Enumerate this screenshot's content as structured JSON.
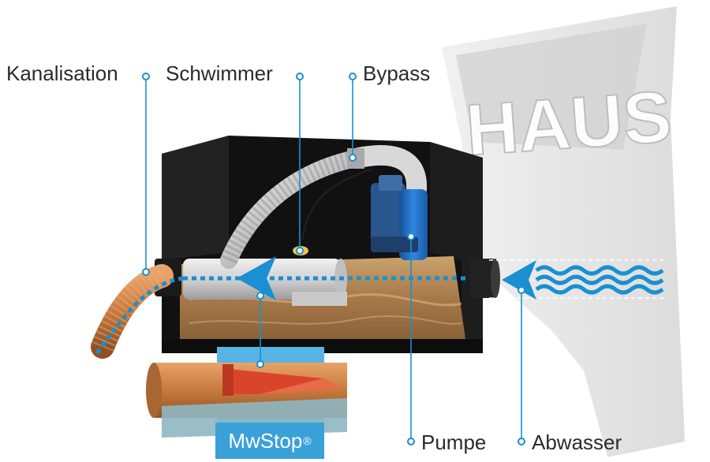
{
  "labels": {
    "kanalisation": "Kanalisation",
    "schwimmer": "Schwimmer",
    "bypass": "Bypass",
    "pumpe": "Pumpe",
    "abwasser": "Abwasser"
  },
  "product": {
    "name": "MwStop",
    "mark": "®"
  },
  "house_sign": "HAUS",
  "colors": {
    "accent_blue": "#1a8fd1",
    "tank_black": "#1a1a1a",
    "water_brown": "#b58a55",
    "pump_blue": "#1f6fc4",
    "valve_orange": "#e06a3a",
    "pipe_orange": "#c87a3e",
    "label_box": "#3aa0d8"
  }
}
